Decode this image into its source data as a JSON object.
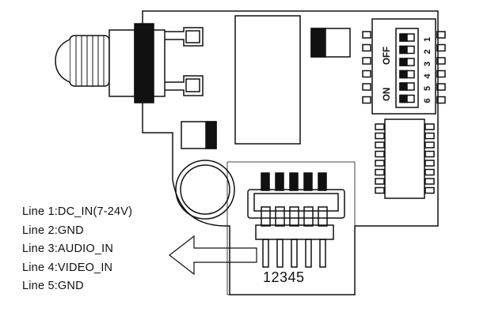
{
  "connector_lines": [
    {
      "label": "Line 1:DC_IN(7-24V)"
    },
    {
      "label": "Line 2:GND"
    },
    {
      "label": "Line 3:AUDIO_IN"
    },
    {
      "label": "Line 4:VIDEO_IN"
    },
    {
      "label": "Line 5:GND"
    }
  ],
  "pin_numbers": "12345",
  "dip_switch": {
    "off_label": "OFF",
    "on_label": "ON",
    "switch_numbers": [
      "1",
      "2",
      "3",
      "4",
      "5",
      "6"
    ]
  },
  "colors": {
    "ink": "#111111",
    "background": "#ffffff"
  }
}
